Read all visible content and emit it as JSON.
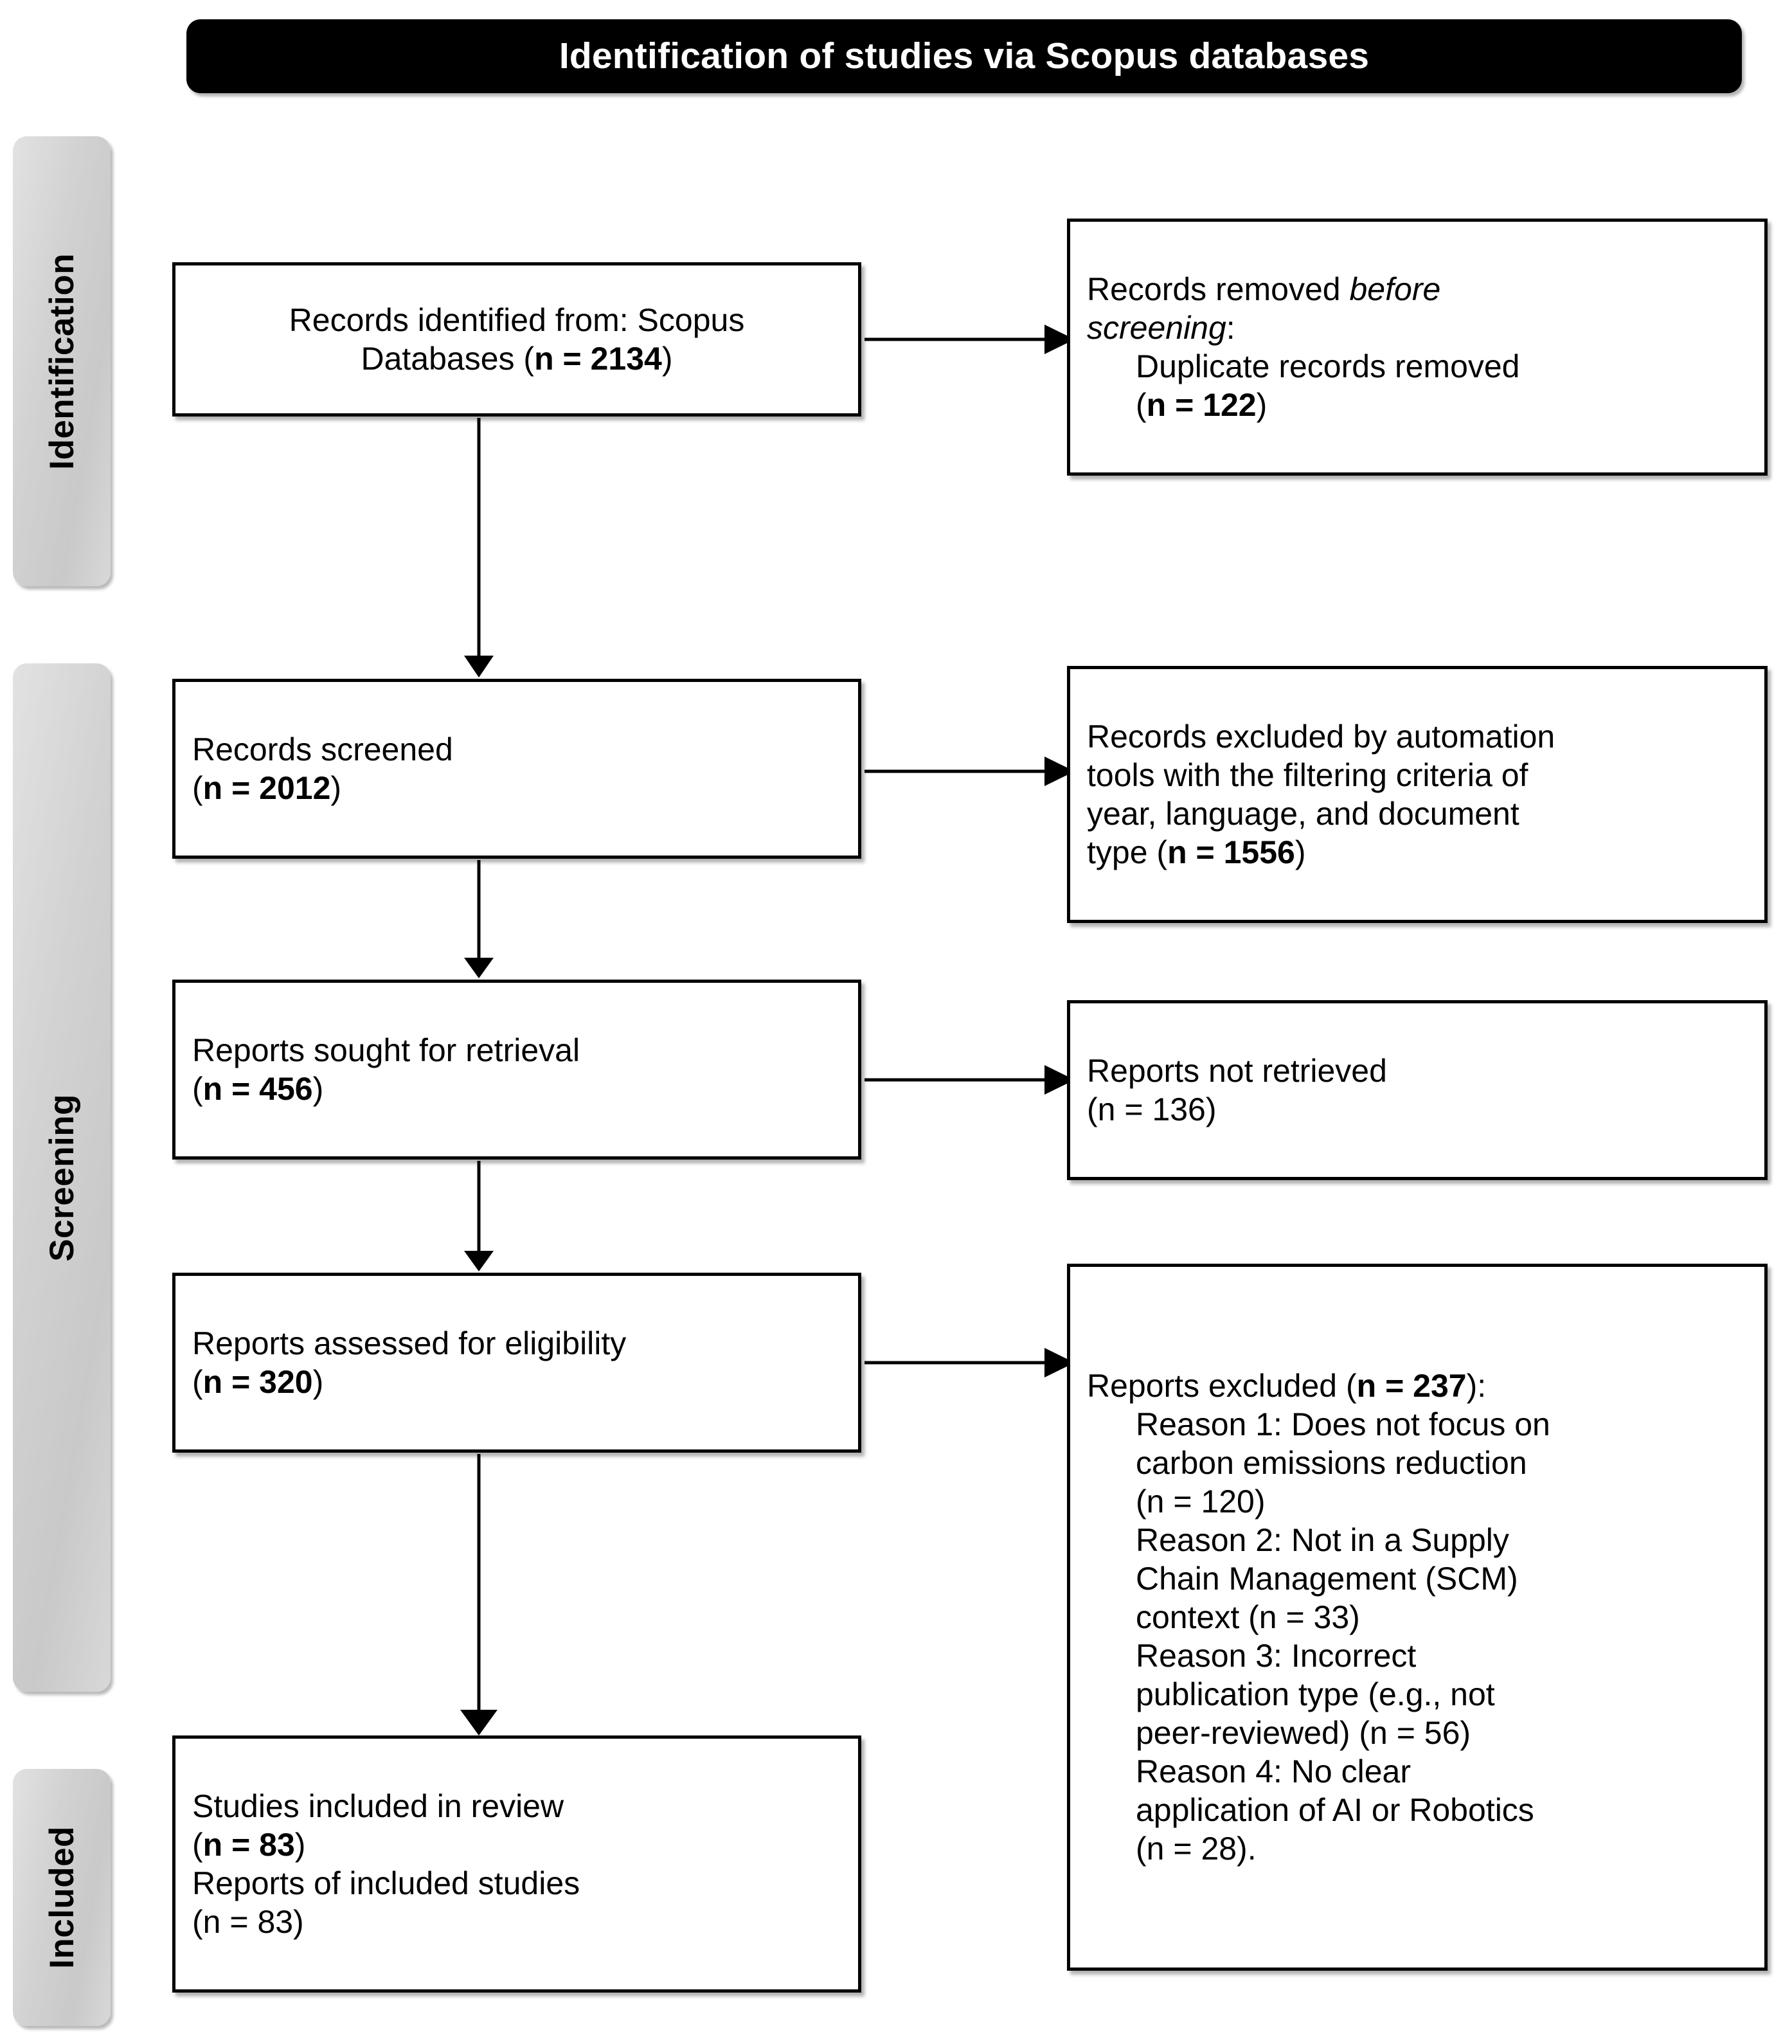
{
  "title": {
    "text": "Identification of studies via Scopus databases",
    "background_color": "#000000",
    "text_color": "#ffffff"
  },
  "stages": [
    {
      "id": "identification",
      "label": "Identification"
    },
    {
      "id": "screening",
      "label": "Screening"
    },
    {
      "id": "included",
      "label": "Included"
    }
  ],
  "boxes": {
    "identified": {
      "line1": "Records identified from: Scopus",
      "line2_prefix": "Databases (",
      "line2_bold": "n = 2134",
      "line2_suffix": ")"
    },
    "removed": {
      "line1_prefix": "Records removed ",
      "line1_italic": "before",
      "line2_italic": "screening",
      "line2_suffix": ":",
      "line3": "Duplicate records removed",
      "line4_prefix": "(",
      "line4_bold": "n = 122",
      "line4_suffix": ")"
    },
    "screened": {
      "line1": "Records screened",
      "line2_prefix": "(",
      "line2_bold": "n = 2012",
      "line2_suffix": ")"
    },
    "excluded_auto": {
      "line1": "Records excluded by automation",
      "line2": "tools with the filtering criteria of",
      "line3": "year, language, and document",
      "line4_prefix": "type (",
      "line4_bold": "n = 1556",
      "line4_suffix": ")"
    },
    "sought": {
      "line1": "Reports sought for retrieval",
      "line2_prefix": "(",
      "line2_bold": "n = 456",
      "line2_suffix": ")"
    },
    "not_retrieved": {
      "line1": "Reports not retrieved",
      "line2": "(n = 136)"
    },
    "assessed": {
      "line1": "Reports assessed for eligibility",
      "line2_prefix": "(",
      "line2_bold": "n = 320",
      "line2_suffix": ")"
    },
    "excluded": {
      "header_prefix": "Reports excluded (",
      "header_bold": "n = 237",
      "header_suffix": "):",
      "reason1": "Reason 1: Does not focus on\ncarbon emissions reduction\n(n = 120)",
      "reason2": "Reason 2: Not in a Supply\nChain Management (SCM)\ncontext (n = 33)",
      "reason3": "Reason 3: Incorrect\npublication type (e.g., not\npeer-reviewed) (n = 56)",
      "reason4": "Reason 4: No clear\napplication of AI or Robotics\n(n = 28)."
    },
    "included": {
      "line1": "Studies included in review",
      "line2_prefix": "(",
      "line2_bold": "n = 83",
      "line2_suffix": ")",
      "line3": "Reports of included studies",
      "line4": "(n = 83)"
    }
  },
  "chart_data": {
    "type": "diagram",
    "title": "Identification of studies via Scopus databases",
    "stages": [
      "Identification",
      "Screening",
      "Included"
    ],
    "nodes": [
      {
        "id": "identified",
        "stage": "Identification",
        "label": "Records identified from: Scopus Databases",
        "n": 2134
      },
      {
        "id": "removed",
        "stage": "Identification",
        "label": "Records removed before screening: Duplicate records removed",
        "n": 122
      },
      {
        "id": "screened",
        "stage": "Screening",
        "label": "Records screened",
        "n": 2012
      },
      {
        "id": "excluded_auto",
        "stage": "Screening",
        "label": "Records excluded by automation tools with the filtering criteria of year, language, and document type",
        "n": 1556
      },
      {
        "id": "sought",
        "stage": "Screening",
        "label": "Reports sought for retrieval",
        "n": 456
      },
      {
        "id": "not_retrieved",
        "stage": "Screening",
        "label": "Reports not retrieved",
        "n": 136
      },
      {
        "id": "assessed",
        "stage": "Screening",
        "label": "Reports assessed for eligibility",
        "n": 320
      },
      {
        "id": "excluded",
        "stage": "Screening",
        "label": "Reports excluded",
        "n": 237,
        "reasons": [
          {
            "label": "Reason 1: Does not focus on carbon emissions reduction",
            "n": 120
          },
          {
            "label": "Reason 2: Not in a Supply Chain Management (SCM) context",
            "n": 33
          },
          {
            "label": "Reason 3: Incorrect publication type (e.g., not peer-reviewed)",
            "n": 56
          },
          {
            "label": "Reason 4: No clear application of AI or Robotics",
            "n": 28
          }
        ]
      },
      {
        "id": "included_studies",
        "stage": "Included",
        "label": "Studies included in review",
        "n": 83
      },
      {
        "id": "included_reports",
        "stage": "Included",
        "label": "Reports of included studies",
        "n": 83
      }
    ],
    "edges": [
      {
        "from": "identified",
        "to": "removed",
        "direction": "right"
      },
      {
        "from": "identified",
        "to": "screened",
        "direction": "down"
      },
      {
        "from": "screened",
        "to": "excluded_auto",
        "direction": "right"
      },
      {
        "from": "screened",
        "to": "sought",
        "direction": "down"
      },
      {
        "from": "sought",
        "to": "not_retrieved",
        "direction": "right"
      },
      {
        "from": "sought",
        "to": "assessed",
        "direction": "down"
      },
      {
        "from": "assessed",
        "to": "excluded",
        "direction": "right"
      },
      {
        "from": "assessed",
        "to": "included_studies",
        "direction": "down"
      }
    ]
  }
}
